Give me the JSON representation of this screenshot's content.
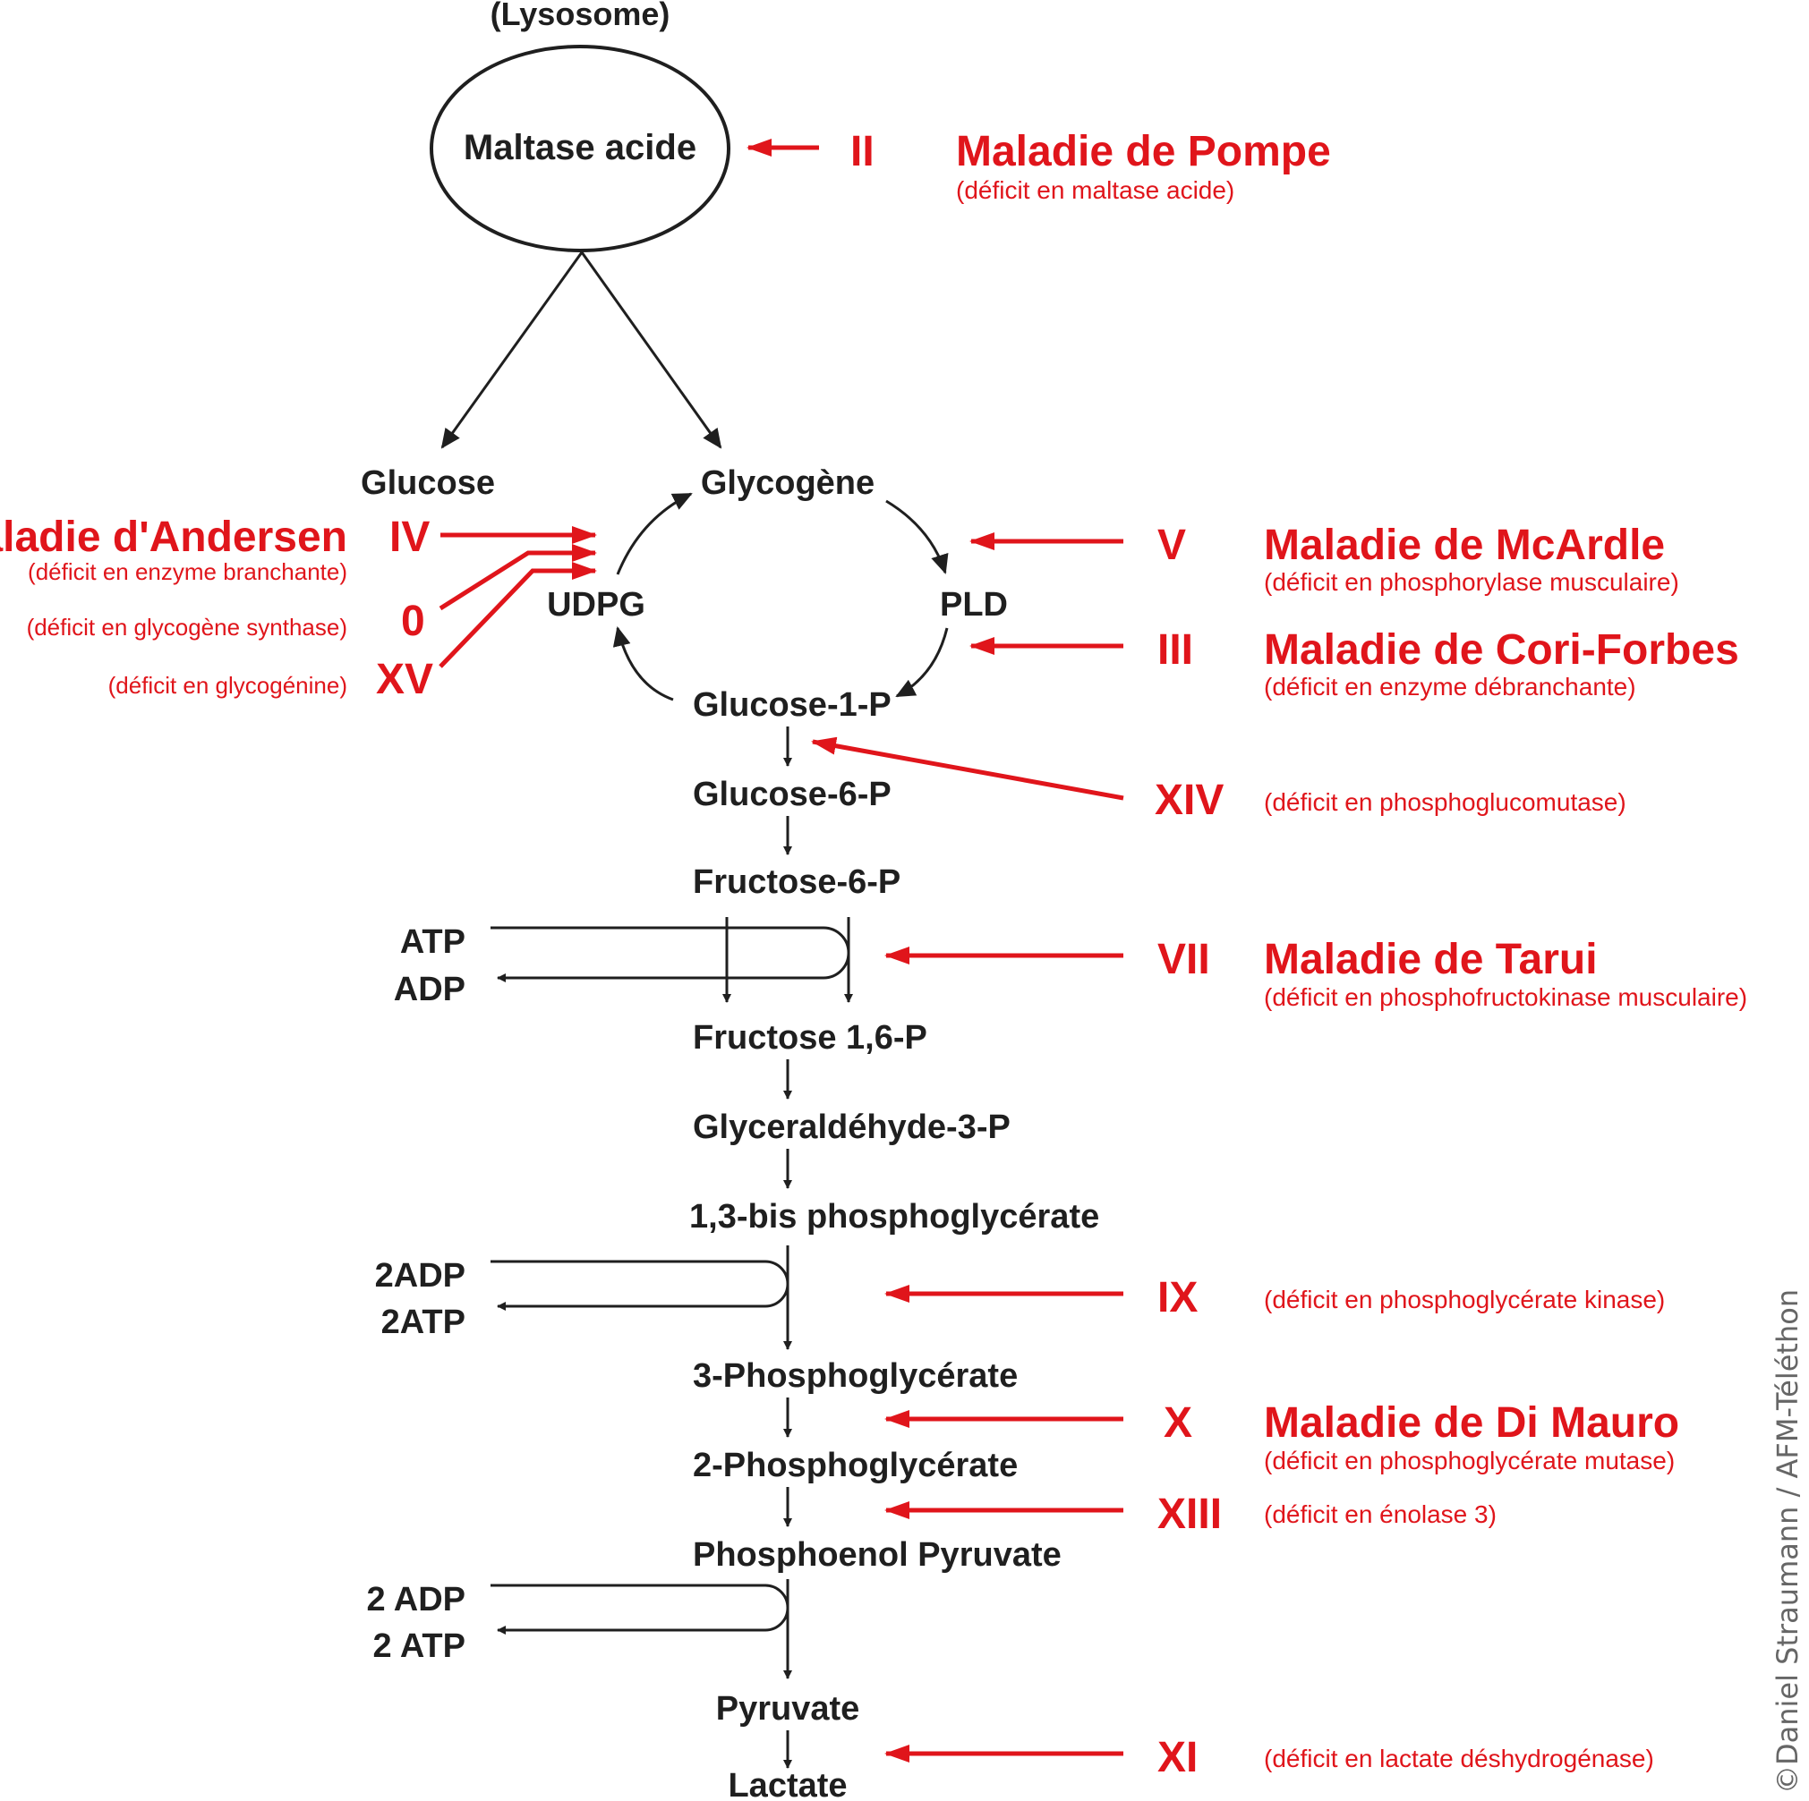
{
  "colors": {
    "pathway": "#1f1f1f",
    "disease": "#e0151b",
    "credit": "#666666"
  },
  "lysosome": {
    "caption": "(Lysosome)",
    "enzyme": "Maltase acide"
  },
  "metabolites": {
    "glucose": "Glucose",
    "glycogen": "Glycogène",
    "udpg": "UDPG",
    "pld": "PLD",
    "g1p": "Glucose-1-P",
    "g6p": "Glucose-6-P",
    "f6p": "Fructose-6-P",
    "f16p": "Fructose 1,6-P",
    "gap": "Glyceraldéhyde-3-P",
    "bpg": "1,3-bis phosphoglycérate",
    "pg3": "3-Phosphoglycérate",
    "pg2": "2-Phosphoglycérate",
    "pep": "Phosphoenol Pyruvate",
    "pyruvate": "Pyruvate",
    "lactate": "Lactate"
  },
  "cofactors": {
    "atp1": "ATP",
    "adp1": "ADP",
    "adp2": "2ADP",
    "atp2": "2ATP",
    "adp3": "2 ADP",
    "atp3": "2 ATP"
  },
  "left_diseases": [
    {
      "numeral": "IV",
      "name": "Maladie d'Andersen",
      "deficit": "(déficit en enzyme branchante)"
    },
    {
      "numeral": "0",
      "deficit": "(déficit en glycogène synthase)"
    },
    {
      "numeral": "XV",
      "deficit": "(déficit en glycogénine)"
    }
  ],
  "right_diseases": [
    {
      "numeral": "II",
      "name": "Maladie de Pompe",
      "deficit": "(déficit en maltase acide)"
    },
    {
      "numeral": "V",
      "name": "Maladie de McArdle",
      "deficit": "(déficit en phosphorylase musculaire)"
    },
    {
      "numeral": "III",
      "name": "Maladie de Cori-Forbes",
      "deficit": "(déficit en enzyme débranchante)"
    },
    {
      "numeral": "XIV",
      "deficit": "(déficit en phosphoglucomutase)"
    },
    {
      "numeral": "VII",
      "name": "Maladie de Tarui",
      "deficit": "(déficit en phosphofructokinase musculaire)"
    },
    {
      "numeral": "IX",
      "deficit": "(déficit en phosphoglycérate kinase)"
    },
    {
      "numeral": "X",
      "name": "Maladie de Di Mauro",
      "deficit": "(déficit en phosphoglycérate mutase)"
    },
    {
      "numeral": "XIII",
      "deficit": "(déficit en énolase 3)"
    },
    {
      "numeral": "XI",
      "deficit": "(déficit en lactate déshydrogénase)"
    }
  ],
  "credit": "©Daniel Straumann / AFM-Téléthon"
}
